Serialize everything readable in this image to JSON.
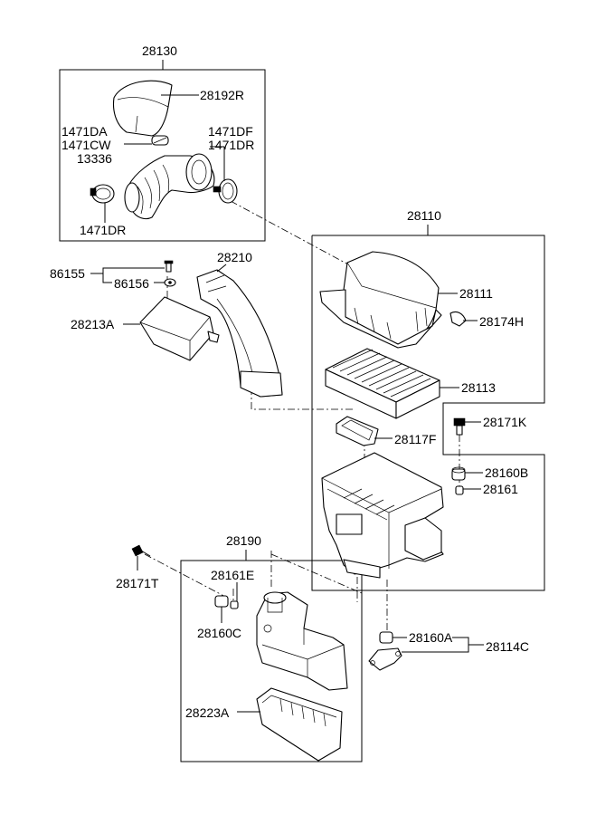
{
  "labels": {
    "l28130": "28130",
    "l28192R": "28192R",
    "l1471DA": "1471DA",
    "l1471CW": "1471CW",
    "l13336": "13336",
    "l1471DF": "1471DF",
    "l1471DR_top": "1471DR",
    "l1471DR_bot": "1471DR",
    "l28110": "28110",
    "l86155": "86155",
    "l86156": "86156",
    "l28210": "28210",
    "l28213A": "28213A",
    "l28111": "28111",
    "l28174H": "28174H",
    "l28113": "28113",
    "l28171K": "28171K",
    "l28117F": "28117F",
    "l28160B": "28160B",
    "l28161": "28161",
    "l28190": "28190",
    "l28171T": "28171T",
    "l28161E": "28161E",
    "l28160C": "28160C",
    "l28160A": "28160A",
    "l28114C": "28114C",
    "l28223A": "28223A"
  }
}
